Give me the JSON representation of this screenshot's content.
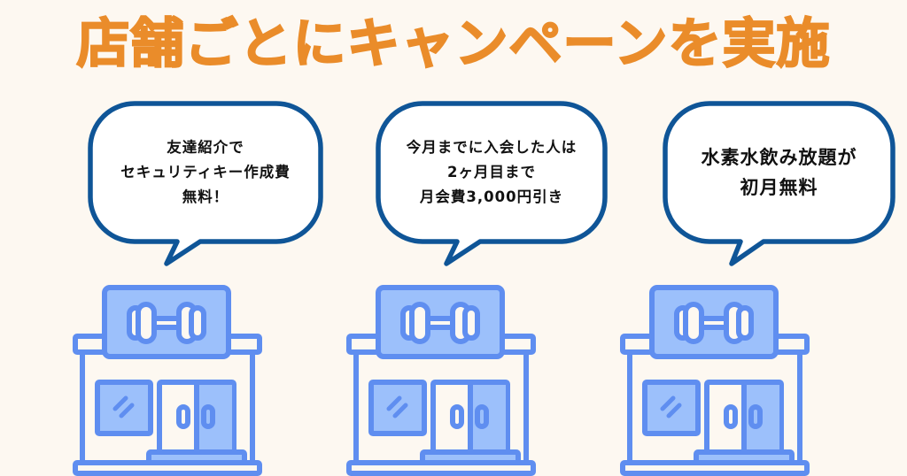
{
  "title": "店舗ごとにキャンペーンを実施",
  "colors": {
    "background": "#fdf8f1",
    "title": "#ea8c2a",
    "bubble_stroke": "#0f5597",
    "bubble_fill": "#ffffff",
    "building_stroke": "#5f8ef0",
    "building_fill": "#9cc0fb",
    "building_light": "#fdf8f1"
  },
  "campaigns": [
    {
      "store": "store-1",
      "lines": [
        "友達紹介で",
        "セキュリティキー作成費",
        "無料！"
      ]
    },
    {
      "store": "store-2",
      "lines": [
        "今月までに入会した人は",
        "2ヶ月目まで",
        "月会費3,000円引き"
      ]
    },
    {
      "store": "store-3",
      "lines": [
        "水素水飲み放題が",
        "初月無料"
      ]
    }
  ],
  "icons": {
    "bubble": "speech-bubble-icon",
    "building": "gym-storefront-icon",
    "sign": "dumbbell-icon"
  }
}
